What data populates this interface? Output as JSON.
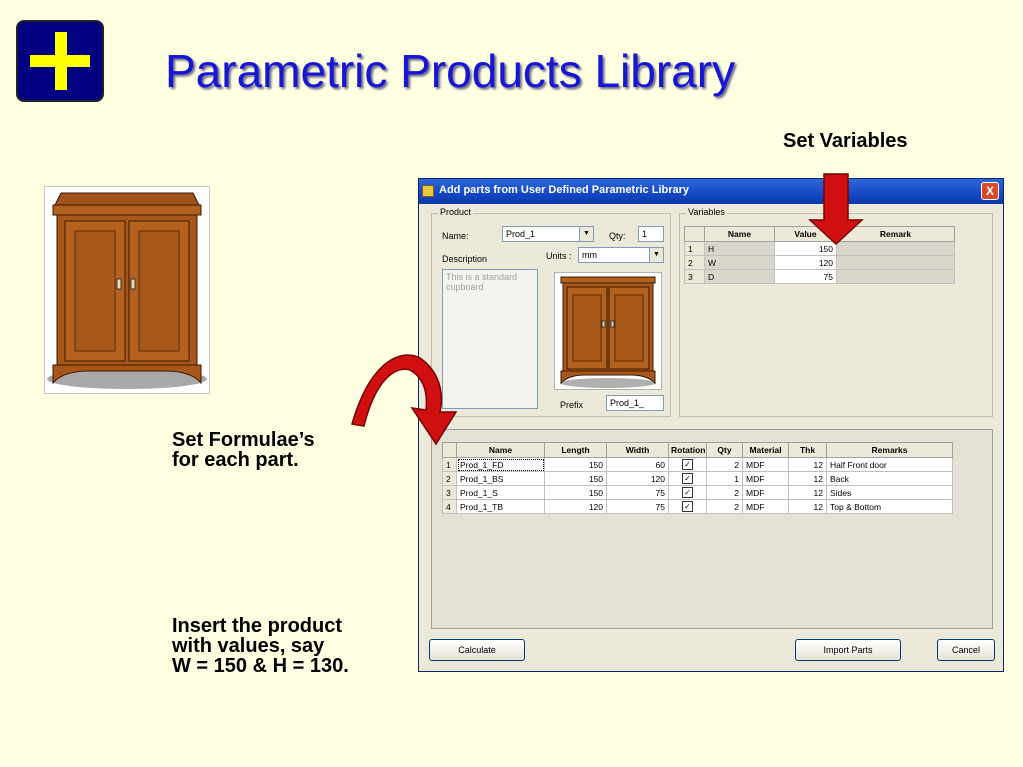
{
  "slide": {
    "title": "Parametric Products Library",
    "note_set_variables": "Set Variables",
    "note_formulae": [
      "Set Formulae’s",
      "for each part."
    ],
    "note_insert": [
      "Insert the product",
      "with values, say",
      "W = 150 & H = 130."
    ]
  },
  "colors": {
    "background": "#ffffe1",
    "title": "#1616d4",
    "logo_bg": "#000080",
    "logo_plus": "#ffff00",
    "arrow": "#d01010"
  },
  "dialog": {
    "title": "Add parts from User Defined Parametric Library",
    "product": {
      "legend": "Product",
      "name_label": "Name:",
      "name_value": "Prod_1",
      "qty_label": "Qty:",
      "qty_value": "1",
      "description_label": "Description",
      "units_label": "Units :",
      "units_value": "mm",
      "description_text": "This is a standard cupboard",
      "prefix_label": "Prefix",
      "prefix_value": "Prod_1_"
    },
    "variables": {
      "legend": "Variables",
      "columns": [
        "Name",
        "Value",
        "Remark"
      ],
      "rows": [
        {
          "n": "1",
          "name": "H",
          "value": "150",
          "remark": ""
        },
        {
          "n": "2",
          "name": "W",
          "value": "120",
          "remark": ""
        },
        {
          "n": "3",
          "name": "D",
          "value": "75",
          "remark": ""
        }
      ]
    },
    "parts": {
      "columns": [
        "Name",
        "Length",
        "Width",
        "Rotation",
        "Qty",
        "Material",
        "Thk",
        "Remarks"
      ],
      "rows": [
        {
          "n": "1",
          "name": "Prod_1_FD",
          "length": "150",
          "width": "60",
          "rotation": "✓",
          "qty": "2",
          "material": "MDF",
          "thk": "12",
          "remarks": "Half Front door"
        },
        {
          "n": "2",
          "name": "Prod_1_BS",
          "length": "150",
          "width": "120",
          "rotation": "✓",
          "qty": "1",
          "material": "MDF",
          "thk": "12",
          "remarks": "Back"
        },
        {
          "n": "3",
          "name": "Prod_1_S",
          "length": "150",
          "width": "75",
          "rotation": "✓",
          "qty": "2",
          "material": "MDF",
          "thk": "12",
          "remarks": "Sides"
        },
        {
          "n": "4",
          "name": "Prod_1_TB",
          "length": "120",
          "width": "75",
          "rotation": "✓",
          "qty": "2",
          "material": "MDF",
          "thk": "12",
          "remarks": "Top & Bottom"
        }
      ]
    },
    "buttons": {
      "calculate": "Calculate",
      "import_parts": "Import Parts",
      "cancel": "Cancel",
      "close": "X"
    }
  }
}
